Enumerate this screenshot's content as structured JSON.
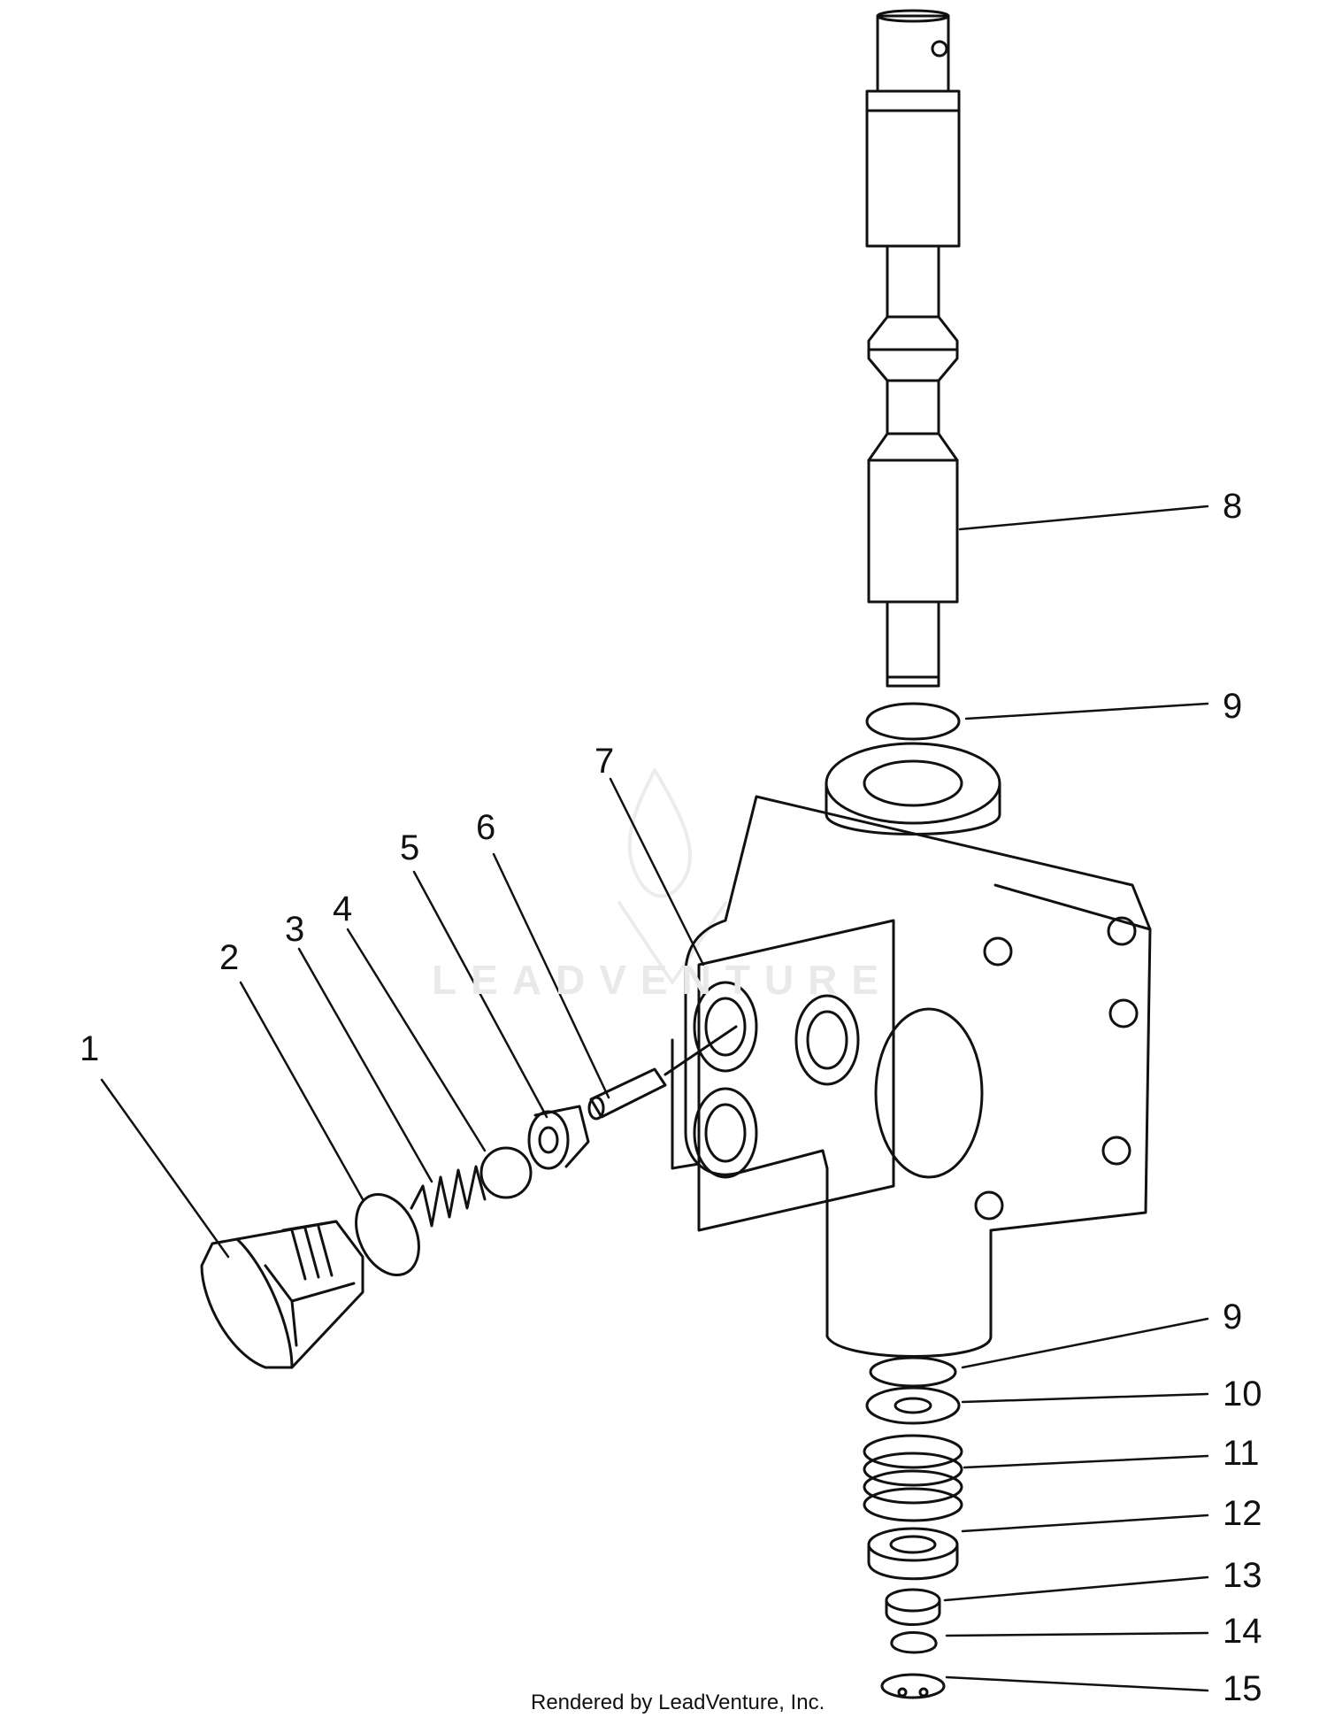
{
  "callouts": [
    "1",
    "2",
    "3",
    "4",
    "5",
    "6",
    "7",
    "8",
    "9",
    "9",
    "10",
    "11",
    "12",
    "13",
    "14",
    "15"
  ],
  "watermark": "LEADVENTURE",
  "footer": "Rendered by LeadVenture, Inc."
}
